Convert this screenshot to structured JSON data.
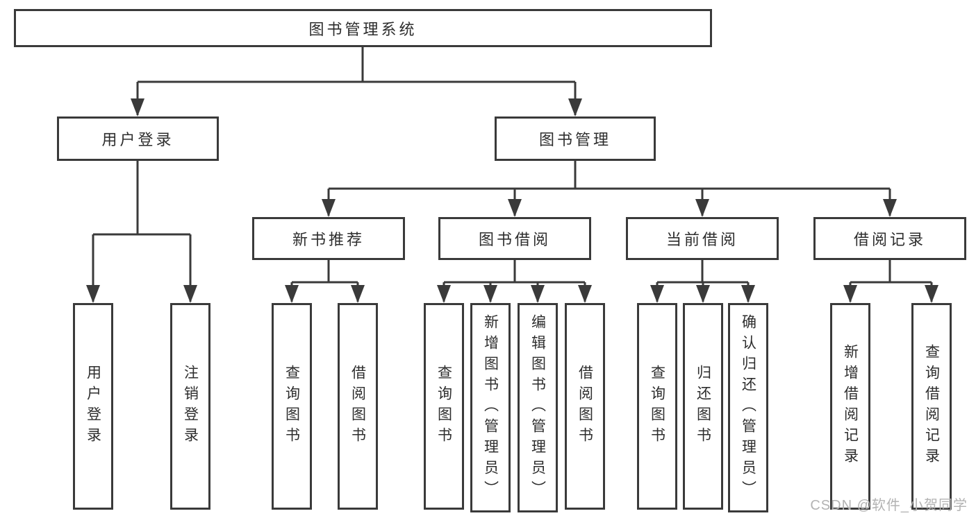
{
  "colors": {
    "line": "#3a3a3a",
    "text": "#2d2d2d",
    "watermark": "#b3b3b3",
    "box_bg": "#ffffff"
  },
  "watermark": {
    "text": "CSDN @软件_小贺同学"
  },
  "tree": {
    "root": {
      "label": "图书管理系统",
      "children": [
        {
          "label": "用户登录",
          "children": [
            {
              "label": "用户登录"
            },
            {
              "label": "注销登录"
            }
          ]
        },
        {
          "label": "图书管理",
          "children": [
            {
              "label": "新书推荐",
              "children": [
                {
                  "label": "查询图书"
                },
                {
                  "label": "借阅图书"
                }
              ]
            },
            {
              "label": "图书借阅",
              "children": [
                {
                  "label": "查询图书"
                },
                {
                  "label": "新增图书（管理员）"
                },
                {
                  "label": "编辑图书（管理员）"
                },
                {
                  "label": "借阅图书"
                }
              ]
            },
            {
              "label": "当前借阅",
              "children": [
                {
                  "label": "查询图书"
                },
                {
                  "label": "归还图书"
                },
                {
                  "label": "确认归还（管理员）"
                }
              ]
            },
            {
              "label": "借阅记录",
              "children": [
                {
                  "label": "新增借阅记录"
                },
                {
                  "label": "查询借阅记录"
                }
              ]
            }
          ]
        }
      ]
    }
  }
}
